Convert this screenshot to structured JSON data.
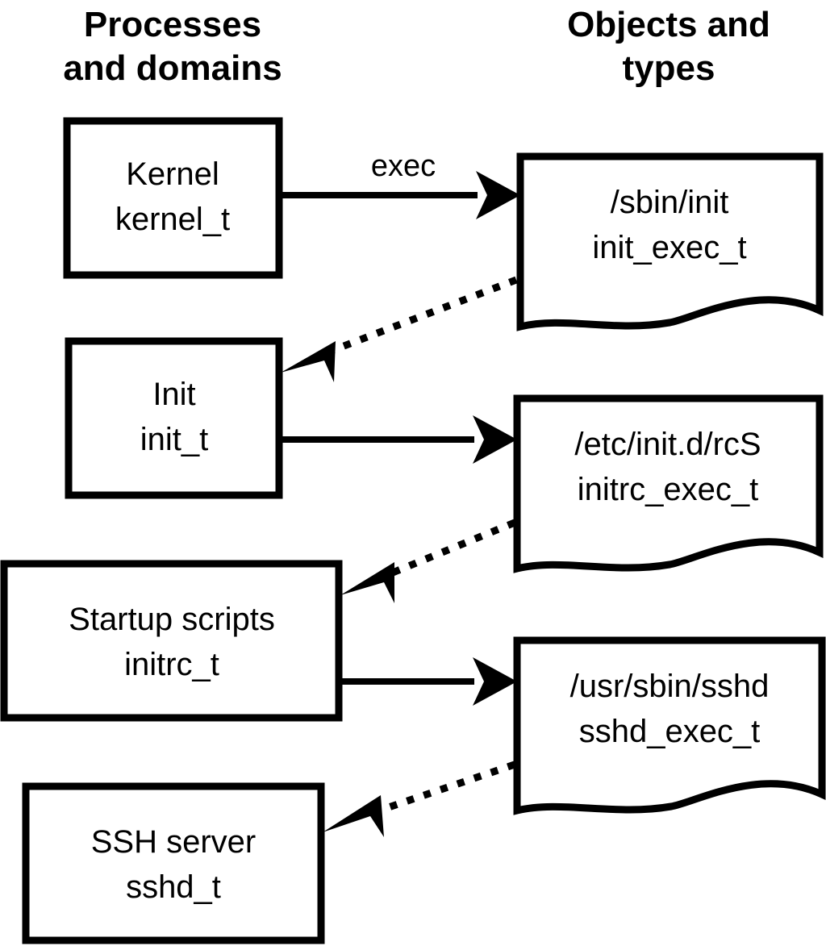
{
  "diagram": {
    "title_left": "Processes\nand domains",
    "columns": [
      {
        "id": "left",
        "line1": "Processes",
        "line2": "and domains"
      },
      {
        "id": "right",
        "line1": "Objects and",
        "line2": "types"
      }
    ],
    "colors": {
      "background": "#ffffff",
      "stroke": "#000000",
      "fill": "#ffffff",
      "text": "#000000"
    },
    "process_nodes": [
      {
        "id": "kernel",
        "name": "Kernel",
        "type": "kernel_t"
      },
      {
        "id": "init",
        "name": "Init",
        "type": "init_t"
      },
      {
        "id": "initrc",
        "name": "Startup scripts",
        "type": "initrc_t"
      },
      {
        "id": "sshd",
        "name": "SSH server",
        "type": "sshd_t"
      }
    ],
    "object_nodes": [
      {
        "id": "init_exec",
        "path": "/sbin/init",
        "type": "init_exec_t"
      },
      {
        "id": "initrc_exec",
        "path": "/etc/init.d/rcS",
        "type": "initrc_exec_t"
      },
      {
        "id": "sshd_exec",
        "path": "/usr/sbin/sshd",
        "type": "sshd_exec_t"
      }
    ],
    "edges": [
      {
        "id": "e1",
        "from": "kernel",
        "to": "init_exec",
        "label": "exec",
        "style": "solid"
      },
      {
        "id": "e2",
        "from": "init_exec",
        "to": "init",
        "label": "",
        "style": "dotted"
      },
      {
        "id": "e3",
        "from": "init",
        "to": "initrc_exec",
        "label": "",
        "style": "solid"
      },
      {
        "id": "e4",
        "from": "initrc_exec",
        "to": "initrc",
        "label": "",
        "style": "dotted"
      },
      {
        "id": "e5",
        "from": "initrc",
        "to": "sshd_exec",
        "label": "",
        "style": "solid"
      },
      {
        "id": "e6",
        "from": "sshd_exec",
        "to": "sshd",
        "label": "",
        "style": "dotted"
      }
    ]
  }
}
